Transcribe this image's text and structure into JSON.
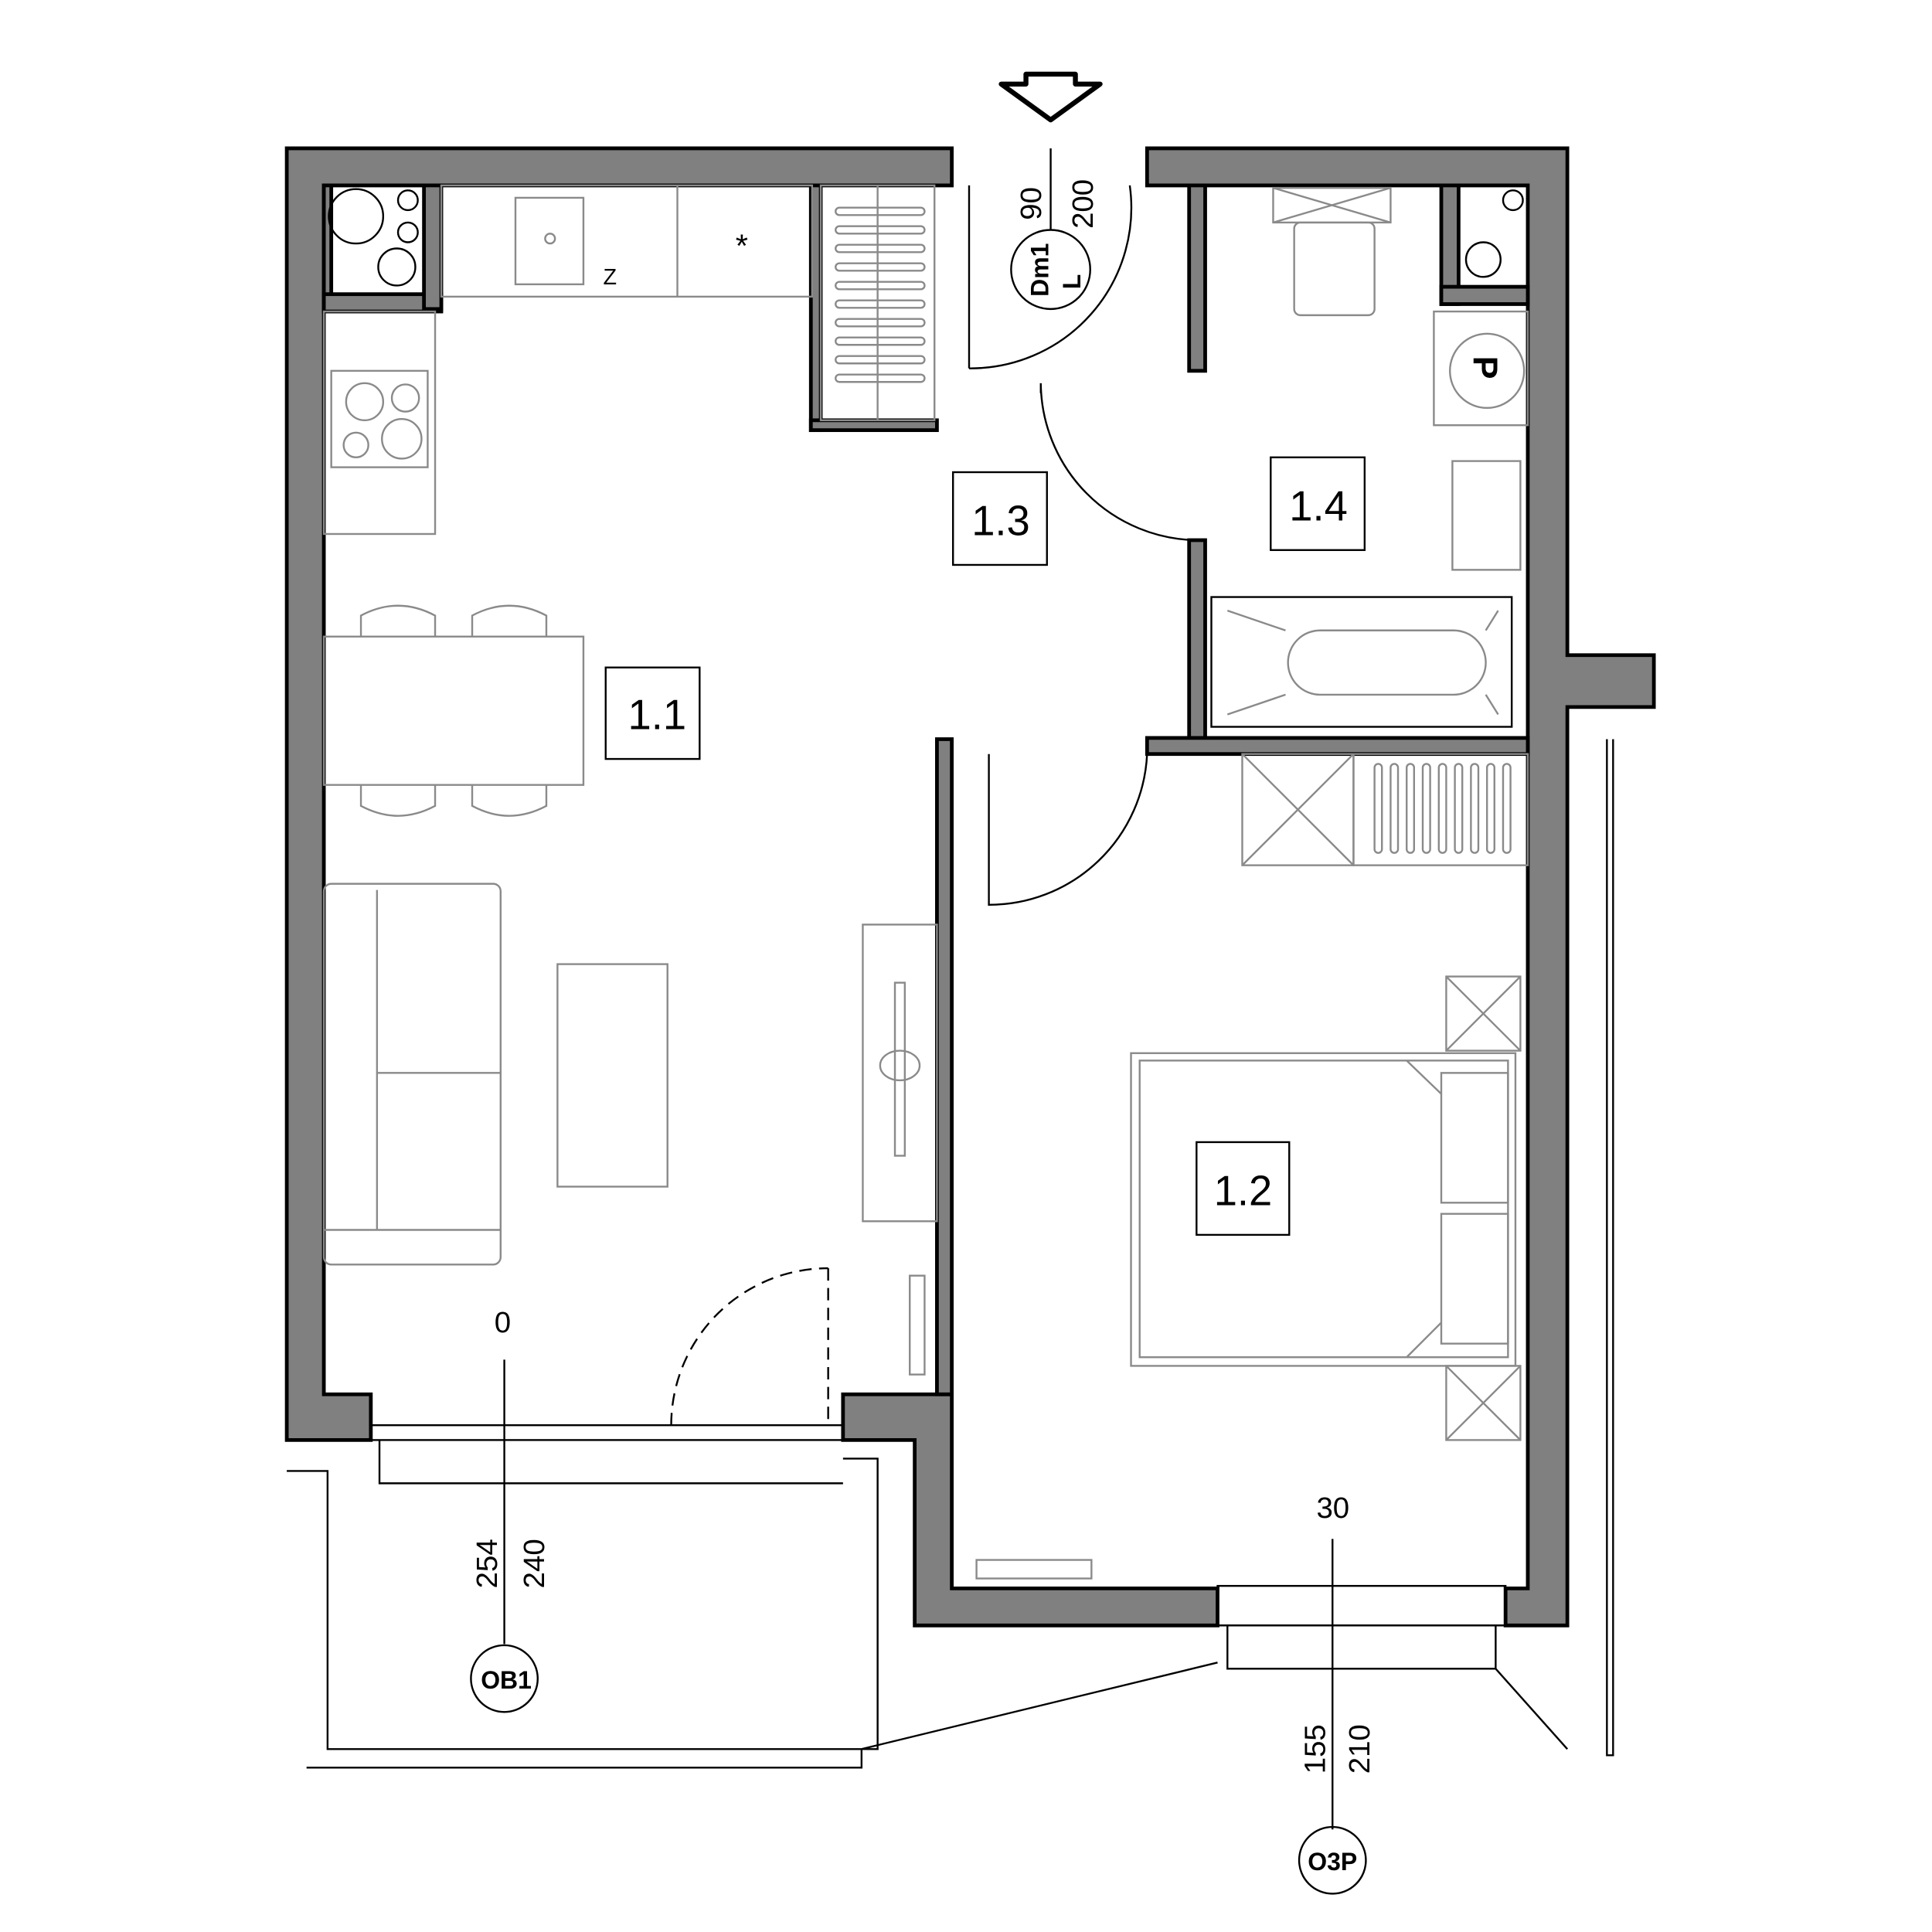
{
  "rooms": [
    {
      "id": "1.1"
    },
    {
      "id": "1.2"
    },
    {
      "id": "1.3"
    },
    {
      "id": "1.4"
    }
  ],
  "entrance_door": {
    "width": "90",
    "height": "200",
    "tag_line1": "Dm1",
    "tag_line2": "L"
  },
  "balcony_window": {
    "sill": "0",
    "width": "254",
    "height": "240",
    "tag": "OB1"
  },
  "bedroom_window": {
    "sill": "30",
    "width": "155",
    "height": "210",
    "tag": "O3P"
  },
  "bathroom_symbol": "P",
  "colors": {
    "wall": "#808080",
    "line": "#000000",
    "furniture": "#8a8a8a"
  }
}
